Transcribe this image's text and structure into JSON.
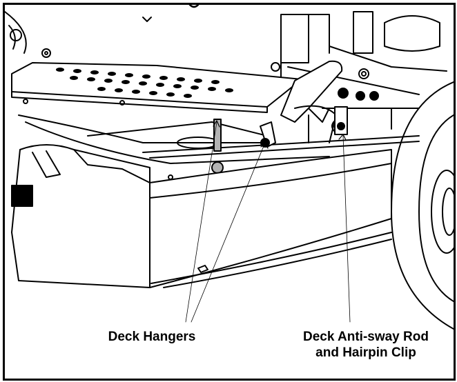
{
  "labels": {
    "deck_hangers": "Deck Hangers",
    "anti_sway_line1": "Deck Anti-sway Rod",
    "anti_sway_line2": "and Hairpin Clip"
  },
  "colors": {
    "ink": "#000000",
    "background": "#ffffff",
    "shade": "#b4b4b4"
  }
}
